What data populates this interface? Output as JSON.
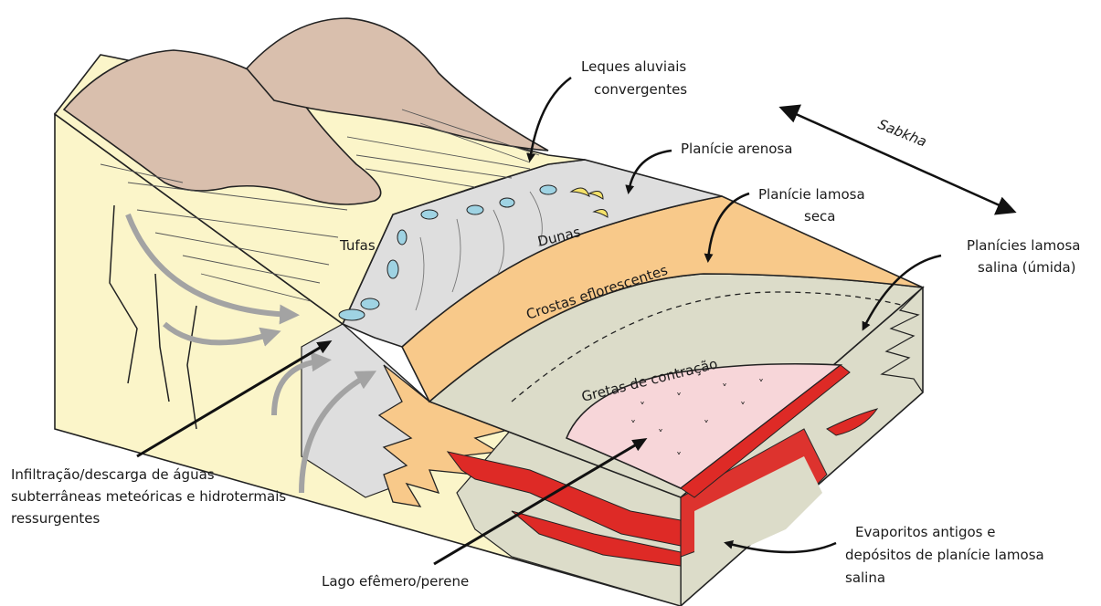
{
  "diagram": {
    "labels": {
      "leques": [
        "Leques aluviais",
        "convergentes"
      ],
      "sabkha": "Sabkha",
      "planicie_arenosa": "Planície arenosa",
      "planicie_lamosa_seca": [
        "Planície lamosa",
        "seca"
      ],
      "planicies_salina": [
        "Planícies lamosa",
        "salina (úmida)"
      ],
      "dunas": "Dunas",
      "tufas": "Tufas",
      "crostas": "Crostas eflorescentes",
      "gretas": "Gretas de contração",
      "infiltracao": [
        "Infiltração/descarga de águas",
        "subterrâneas meteóricas e hidrotermais",
        "ressurgentes"
      ],
      "lago": "Lago efêmero/perene",
      "evaporitos": [
        "Evaporitos antigos e",
        "depósitos de planície lamosa",
        "salina"
      ]
    },
    "colors": {
      "mountain": "#d9bfad",
      "alluvial_fan": "#fbf5c9",
      "sand_flat": "#dedede",
      "dry_mudflat": "#f8c98a",
      "saline_mudflat": "#dcdcc9",
      "lake": "#f7d6d9",
      "evaporite": "#de2a26",
      "tufa": "#9fd3e3",
      "arrow_gray": "#a3a3a3"
    }
  }
}
